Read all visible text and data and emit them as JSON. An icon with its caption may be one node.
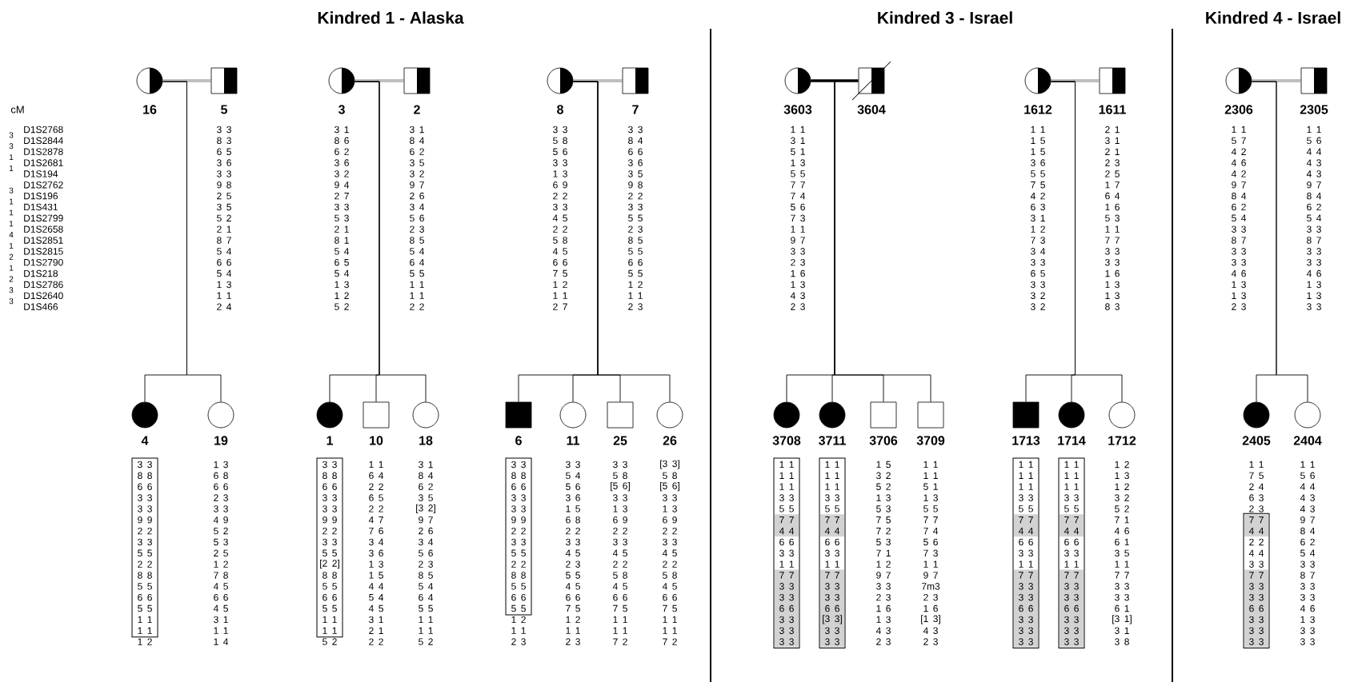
{
  "diagram": {
    "nodes": [
      {
        "text": [
          "16"
        ]
      },
      {
        "text": [
          "5"
        ],
        "beside": [
          "3 3",
          "8 3",
          "6 5",
          "3 6",
          "3 3",
          "9 8",
          "2 5",
          "3 5",
          "5 2",
          "2 1",
          "8 7",
          "5 4",
          "6 6",
          "5 4",
          "1 3",
          "1 1",
          "2 4"
        ]
      },
      {
        "text": [
          "3"
        ],
        "beside": [
          "3 1",
          "8 6",
          "6 2",
          "3 6",
          "3 2",
          "9 4",
          "2 7",
          "3 3",
          "5 3",
          "2 1",
          "8 1",
          "5 4",
          "6 5",
          "5 4",
          "1 3",
          "1 2",
          "5 2"
        ]
      },
      {
        "text": [
          "2"
        ],
        "beside": [
          "3 1",
          "8 4",
          "6 2",
          "3 5",
          "3 2",
          "9 7",
          "2 6",
          "3 4",
          "5 6",
          "2 3",
          "8 5",
          "5 4",
          "6 4",
          "5 5",
          "1 1",
          "1 1",
          "2 2"
        ]
      },
      {
        "text": [
          "8"
        ],
        "beside": [
          "3 3",
          "5 8",
          "5 6",
          "3 3",
          "1 3",
          "6 9",
          "2 2",
          "3 3",
          "4 5",
          "2 2",
          "5 8",
          "4 5",
          "6 6",
          "7 5",
          "1 2",
          "1 1",
          "2 7"
        ]
      },
      {
        "text": [
          "7"
        ],
        "beside": [
          "3 3",
          "8 4",
          "6 6",
          "3 6",
          "3 5",
          "9 8",
          "2 2",
          "3 3",
          "5 5",
          "2 3",
          "8 5",
          "5 5",
          "6 6",
          "5 5",
          "1 2",
          "1 1",
          "2 3"
        ]
      },
      {
        "text": [
          "3603"
        ],
        "beside": [
          "1 1",
          "3 1",
          "5 1",
          "1 3",
          "5 5",
          "7 7",
          "7 4",
          "5 6",
          "7 3",
          "1 1",
          "9 7",
          "3 3",
          "2 3",
          "1 6",
          "1 3",
          "4 3",
          "2 3"
        ]
      },
      {
        "text": [
          "3604"
        ]
      },
      {
        "text": [
          "1612"
        ],
        "beside": [
          "1 1",
          "1 5",
          "1 5",
          "3 6",
          "5 5",
          "7 5",
          "4 2",
          "6 3",
          "3 1",
          "1 2",
          "7 3",
          "3 4",
          "3 3",
          "6 5",
          "3 3",
          "3 2",
          "3 2"
        ]
      },
      {
        "text": [
          "1611"
        ],
        "beside": [
          "2 1",
          "3 1",
          "2 1",
          "2 3",
          "2 5",
          "1 7",
          "6 4",
          "1 6",
          "5 3",
          "1 1",
          "7 7",
          "3 3",
          "3 3",
          "1 6",
          "1 3",
          "1 3",
          "8 3"
        ]
      },
      {
        "text": [
          "2306"
        ],
        "beside": [
          "1 1",
          "5 7",
          "4 2",
          "4 6",
          "4 2",
          "9 7",
          "8 4",
          "6 2",
          "5 4",
          "3 3",
          "8 7",
          "3 3",
          "3 3",
          "4 6",
          "1 3",
          "1 3",
          "2 3"
        ]
      },
      {
        "text": [
          "2305"
        ],
        "beside": [
          "1 1",
          "5 6",
          "4 4",
          "4 3",
          "4 3",
          "9 7",
          "8 4",
          "6 2",
          "5 4",
          "3 3",
          "8 7",
          "3 3",
          "3 3",
          "4 6",
          "1 3",
          "1 3",
          "3 3"
        ]
      },
      {
        "text": [
          "4"
        ],
        "beside": [
          "3 3",
          "8 8",
          "6 6",
          "3 3",
          "3 3",
          "9 9",
          "2 2",
          "3 3",
          "5 5",
          "2 2",
          "8 8",
          "5 5",
          "6 6",
          "5 5",
          "1 1",
          "1 1",
          "1 2"
        ]
      },
      {
        "text": [
          "19"
        ],
        "beside": [
          "1 3",
          "6 8",
          "6 6",
          "2 3",
          "3 3",
          "4 9",
          "5 2",
          "5 3",
          "2 5",
          "1 2",
          "7 8",
          "4 5",
          "6 6",
          "4 5",
          "3 1",
          "1 1",
          "1 4"
        ]
      },
      {
        "text": [
          "1"
        ],
        "beside": [
          "3 3",
          "8 8",
          "6 6",
          "3 3",
          "3 3",
          "9 9",
          "2 2",
          "3 3",
          "5 5",
          "[2 2]",
          "8 8",
          "5 5",
          "6 6",
          "5 5",
          "1 1",
          "1 1",
          "5 2"
        ]
      },
      {
        "text": [
          "10"
        ],
        "beside": [
          "1 1",
          "6 4",
          "2 2",
          "6 5",
          "2 2",
          "4 7",
          "7 6",
          "3 4",
          "3 6",
          "1 3",
          "1 5",
          "4 4",
          "5 4",
          "4 5",
          "3 1",
          "2 1",
          "2 2"
        ]
      },
      {
        "text": [
          "18"
        ],
        "beside": [
          "3 1",
          "8 4",
          "6 2",
          "3 5",
          "[3 2]",
          "9 7",
          "2 6",
          "3 4",
          "5 6",
          "2 3",
          "8 5",
          "5 4",
          "6 4",
          "5 5",
          "1 1",
          "1 1",
          "5 2"
        ]
      },
      {
        "text": [
          "6"
        ],
        "beside": [
          "3 3",
          "8 8",
          "6 6",
          "3 3",
          "3 3",
          "9 9",
          "2 2",
          "3 3",
          "5 5",
          "2 2",
          "8 8",
          "5 5",
          "6 6",
          "5 5",
          "1 2",
          "1 1",
          "2 3"
        ]
      },
      {
        "text": [
          "11"
        ],
        "beside": [
          "3 3",
          "5 4",
          "5 6",
          "3 6",
          "1 5",
          "6 8",
          "2 2",
          "3 3",
          "4 5",
          "2 3",
          "5 5",
          "4 5",
          "6 6",
          "7 5",
          "1 2",
          "1 1",
          "2 3"
        ]
      },
      {
        "text": [
          "25"
        ],
        "beside": [
          "3 3",
          "5 8",
          "[5 6]",
          "3 3",
          "1 3",
          "6 9",
          "2 2",
          "3 3",
          "4 5",
          "2 2",
          "5 8",
          "4 5",
          "6 6",
          "7 5",
          "1 1",
          "1 1",
          "7 2"
        ]
      },
      {
        "text": [
          "26"
        ],
        "beside": [
          "[3 3]",
          "5 8",
          "[5 6]",
          "3 3",
          "1 3",
          "6 9",
          "2 2",
          "3 3",
          "4 5",
          "2 2",
          "5 8",
          "4 5",
          "6 6",
          "7 5",
          "1 1",
          "1 1",
          "7 2"
        ]
      },
      {
        "text": [
          "3708"
        ],
        "beside": [
          "1 1",
          "1 1",
          "1 1",
          "3 3",
          "5 5",
          "7 7",
          "4 4",
          "6 6",
          "3 3",
          "1 1",
          "7 7",
          "3 3",
          "3 3",
          "6 6",
          "3 3",
          "3 3",
          "3 3"
        ]
      },
      {
        "text": [
          "3711"
        ],
        "beside": [
          "1 1",
          "1 1",
          "1 1",
          "3 3",
          "5 5",
          "7 7",
          "4 4",
          "6 6",
          "3 3",
          "1 1",
          "7 7",
          "3 3",
          "3 3",
          "6 6",
          "[3 3]",
          "3 3",
          "3 3"
        ]
      },
      {
        "text": [
          "3706"
        ],
        "beside": [
          "1 5",
          "3 2",
          "5 2",
          "1 3",
          "5 3",
          "7 5",
          "7 2",
          "5 3",
          "7 1",
          "1 2",
          "9 7",
          "3 3",
          "2 3",
          "1 6",
          "1 3",
          "4 3",
          "2 3"
        ]
      },
      {
        "text": [
          "3709"
        ],
        "beside": [
          "1 1",
          "1 1",
          "5 1",
          "1 3",
          "5 5",
          "7 7",
          "7 4",
          "5 6",
          "7 3",
          "1 1",
          "9 7",
          "7m3",
          "2 3",
          "1 6",
          "[1 3]",
          "4 3",
          "2 3"
        ]
      },
      {
        "text": [
          "1713"
        ],
        "beside": [
          "1 1",
          "1 1",
          "1 1",
          "3 3",
          "5 5",
          "7 7",
          "4 4",
          "6 6",
          "3 3",
          "1 1",
          "7 7",
          "3 3",
          "3 3",
          "6 6",
          "3 3",
          "3 3",
          "3 3"
        ]
      },
      {
        "text": [
          "1714"
        ],
        "beside": [
          "1 1",
          "1 1",
          "1 1",
          "3 3",
          "5 5",
          "7 7",
          "4 4",
          "6 6",
          "3 3",
          "1 1",
          "7 7",
          "3 3",
          "3 3",
          "6 6",
          "3 3",
          "3 3",
          "3 3"
        ]
      },
      {
        "text": [
          "1712"
        ],
        "beside": [
          "1 2",
          "1 3",
          "1 2",
          "3 2",
          "5 2",
          "7 1",
          "4 6",
          "6 1",
          "3 5",
          "1 1",
          "7 7",
          "3 3",
          "3 3",
          "6 1",
          "[3 1]",
          "3 1",
          "3 8"
        ]
      },
      {
        "text": [
          "2405"
        ],
        "beside": [
          "1 1",
          "7 5",
          "2 4",
          "6 3",
          "2 3",
          "7 7",
          "4 4",
          "2 2",
          "4 4",
          "3 3",
          "7 7",
          "3 3",
          "3 3",
          "6 6",
          "3 3",
          "3 3",
          "3 3"
        ]
      },
      {
        "text": [
          "2404"
        ],
        "beside": [
          "1 1",
          "5 6",
          "4 4",
          "4 3",
          "4 3",
          "9 7",
          "8 4",
          "6 2",
          "5 4",
          "3 3",
          "8 7",
          "3 3",
          "3 3",
          "4 6",
          "1 3",
          "3 3",
          "3 3"
        ]
      }
    ],
    "edges": [
      {
        "from": 0,
        "to": 1,
        "arrow": "none"
      },
      {
        "from": 2,
        "to": 3,
        "arrow": "none"
      },
      {
        "from": 4,
        "to": 5,
        "arrow": "none"
      },
      {
        "from": 6,
        "to": 7,
        "arrow": "none",
        "style": "thick"
      },
      {
        "from": 8,
        "to": 9,
        "arrow": "none"
      },
      {
        "from": 10,
        "to": 11,
        "arrow": "none"
      },
      {
        "from": 0,
        "to": 12,
        "arrow": "none"
      },
      {
        "from": 0,
        "to": 13,
        "arrow": "none"
      },
      {
        "from": 2,
        "to": 14,
        "arrow": "none"
      },
      {
        "from": 2,
        "to": 15,
        "arrow": "none"
      },
      {
        "from": 2,
        "to": 16,
        "arrow": "none"
      },
      {
        "from": 4,
        "to": 17,
        "arrow": "none"
      },
      {
        "from": 4,
        "to": 18,
        "arrow": "none"
      },
      {
        "from": 4,
        "to": 19,
        "arrow": "none"
      },
      {
        "from": 4,
        "to": 20,
        "arrow": "none"
      },
      {
        "from": 6,
        "to": 21,
        "arrow": "none"
      },
      {
        "from": 6,
        "to": 22,
        "arrow": "none"
      },
      {
        "from": 6,
        "to": 23,
        "arrow": "none"
      },
      {
        "from": 6,
        "to": 24,
        "arrow": "none"
      },
      {
        "from": 8,
        "to": 25,
        "arrow": "none"
      },
      {
        "from": 8,
        "to": 26,
        "arrow": "none"
      },
      {
        "from": 8,
        "to": 27,
        "arrow": "none"
      },
      {
        "from": 10,
        "to": 28,
        "arrow": "none"
      },
      {
        "from": 10,
        "to": 29,
        "arrow": "none"
      }
    ],
    "labels": [
      "Kindred 1 - Alaska",
      "Kindred 3 - Israel",
      "Kindred 4 - Israel",
      "cM",
      "D1S2768",
      "D1S2844",
      "D1S2878",
      "D1S2681",
      "D1S194",
      "D1S2762",
      "D1S196",
      "D1S431",
      "D1S2799",
      "D1S2658",
      "D1S2851",
      "D1S2815",
      "D1S2790",
      "D1S218",
      "D1S2786",
      "D1S2640",
      "D1S466",
      "3",
      "3",
      "1",
      "1",
      "3",
      "1",
      "1",
      "1",
      "4",
      "1",
      "2",
      "1",
      "2",
      "3",
      "3"
    ]
  }
}
